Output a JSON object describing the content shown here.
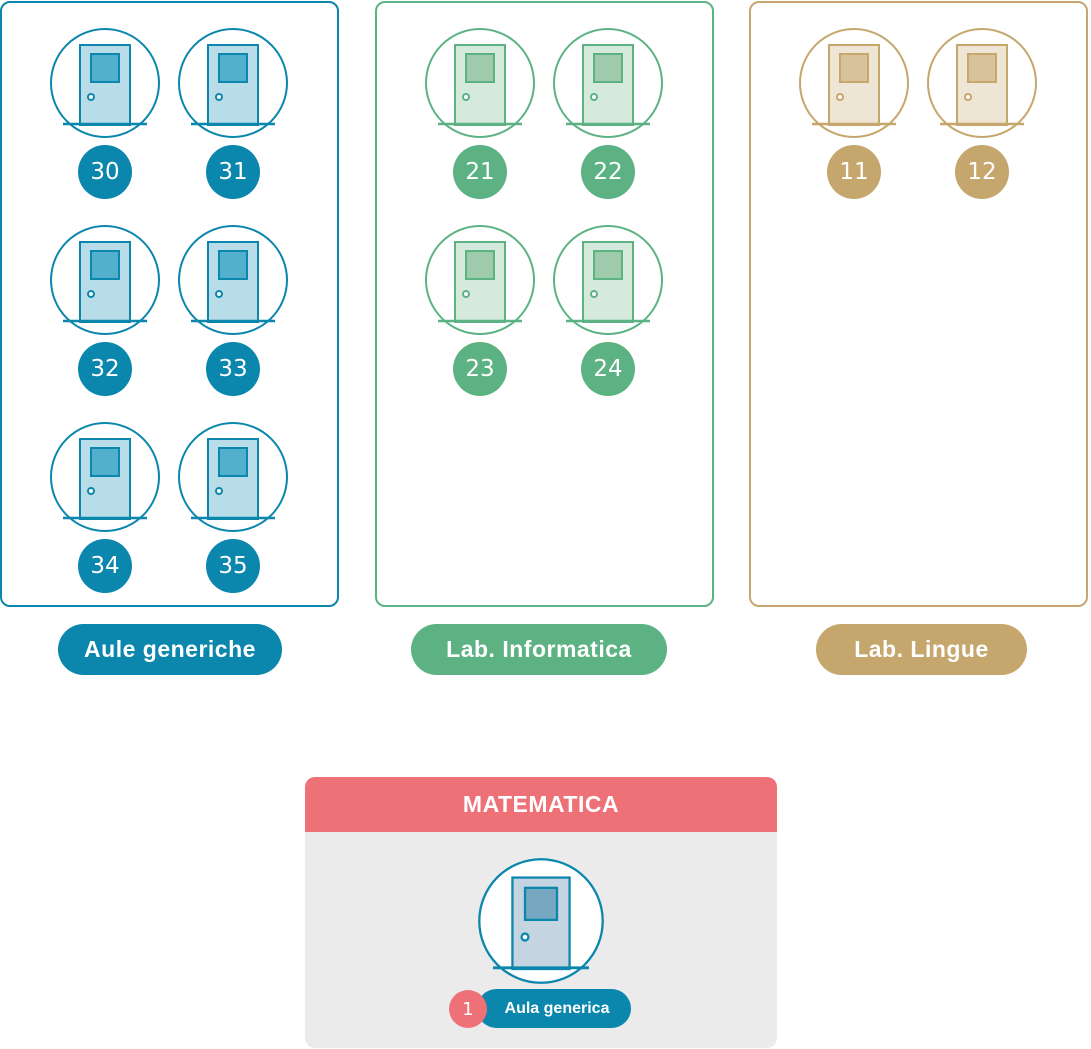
{
  "groups": [
    {
      "label": "Aule generiche",
      "color": "#0b86ac",
      "door_fill": "#b8dde9",
      "window_fill": "#52b0cc",
      "rooms": [
        "30",
        "31",
        "32",
        "33",
        "34",
        "35"
      ]
    },
    {
      "label": "Lab. Informatica",
      "color": "#5db283",
      "door_fill": "#d5eadc",
      "window_fill": "#9fcbad",
      "rooms": [
        "21",
        "22",
        "23",
        "24"
      ]
    },
    {
      "label": "Lab. Lingue",
      "color": "#c5a66d",
      "door_fill": "#efe5d5",
      "window_fill": "#d8c29c",
      "rooms": [
        "11",
        "12"
      ]
    }
  ],
  "subject_card": {
    "title": "MATEMATICA",
    "header_color": "#ed7176",
    "room_number": "1",
    "room_label": "Aula generica",
    "door_stroke": "#0b86ac",
    "door_fill": "#c4d4e0",
    "window_fill": "#77a8c2"
  },
  "icons": {
    "room": "door-icon"
  }
}
